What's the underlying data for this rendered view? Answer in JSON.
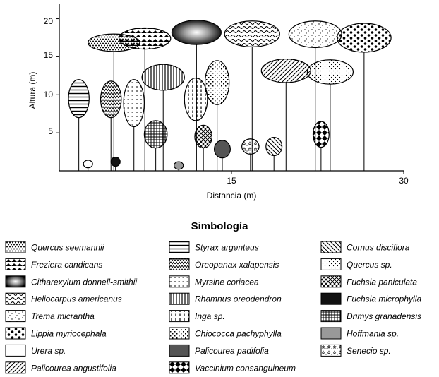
{
  "chart_data": {
    "type": "profile-diagram",
    "xlabel": "Distancia (m)",
    "ylabel": "Altura (m)",
    "xlim": [
      0,
      30
    ],
    "ylim": [
      0,
      22
    ],
    "x_ticks": [
      "15",
      "30"
    ],
    "y_ticks": [
      "5",
      "10",
      "15",
      "20"
    ],
    "trees": [
      {
        "x": 0.8,
        "crown_bottom": 7.0,
        "crown_top": 12.0,
        "width": 1.8,
        "pattern": "styrax"
      },
      {
        "x": 2.1,
        "crown_bottom": 0.4,
        "crown_top": 1.4,
        "width": 0.8,
        "pattern": "urera"
      },
      {
        "x": 2.5,
        "crown_bottom": 15.7,
        "crown_top": 18.0,
        "width": 4.5,
        "pattern": "quercus_seemannii"
      },
      {
        "x": 3.6,
        "crown_bottom": 7.0,
        "crown_top": 11.8,
        "width": 1.8,
        "pattern": "oreopanax"
      },
      {
        "x": 4.5,
        "crown_bottom": 0.6,
        "crown_top": 1.8,
        "width": 0.8,
        "pattern": "fuchsia_microphylla"
      },
      {
        "x": 5.2,
        "crown_bottom": 16.0,
        "crown_top": 18.8,
        "width": 4.5,
        "pattern": "freziera"
      },
      {
        "x": 5.6,
        "crown_bottom": 5.8,
        "crown_top": 12.0,
        "width": 1.8,
        "pattern": "myrsine"
      },
      {
        "x": 7.2,
        "crown_bottom": 10.6,
        "crown_top": 14.0,
        "width": 3.7,
        "pattern": "rhamnus"
      },
      {
        "x": 7.4,
        "crown_bottom": 3.0,
        "crown_top": 6.6,
        "width": 2.0,
        "pattern": "drimys"
      },
      {
        "x": 9.8,
        "crown_bottom": 16.6,
        "crown_top": 19.8,
        "width": 4.3,
        "pattern": "citharexylum"
      },
      {
        "x": 10.0,
        "crown_bottom": 0.2,
        "crown_top": 1.2,
        "width": 0.8,
        "pattern": "hoffmania"
      },
      {
        "x": 10.9,
        "crown_bottom": 6.6,
        "crown_top": 12.2,
        "width": 2.0,
        "pattern": "inga"
      },
      {
        "x": 11.8,
        "crown_bottom": 3.0,
        "crown_top": 6.0,
        "width": 1.5,
        "pattern": "fuchsia_paniculata"
      },
      {
        "x": 12.7,
        "crown_bottom": 8.7,
        "crown_top": 14.5,
        "width": 2.1,
        "pattern": "chiococca"
      },
      {
        "x": 13.5,
        "crown_bottom": 1.7,
        "crown_top": 4.0,
        "width": 1.4,
        "pattern": "palicourea_padifolia"
      },
      {
        "x": 14.4,
        "crown_bottom": 16.3,
        "crown_top": 19.7,
        "width": 4.8,
        "pattern": "heliocarpus"
      },
      {
        "x": 15.9,
        "crown_bottom": 2.2,
        "crown_top": 4.2,
        "width": 1.5,
        "pattern": "senecio"
      },
      {
        "x": 17.6,
        "crown_bottom": 11.6,
        "crown_top": 14.7,
        "width": 4.3,
        "pattern": "palicourea_angustifolia"
      },
      {
        "x": 18.0,
        "crown_bottom": 2.0,
        "crown_top": 4.4,
        "width": 1.4,
        "pattern": "cornus"
      },
      {
        "x": 20.0,
        "crown_bottom": 16.2,
        "crown_top": 19.7,
        "width": 4.6,
        "pattern": "trema"
      },
      {
        "x": 21.6,
        "crown_bottom": 11.4,
        "crown_top": 14.6,
        "width": 4.0,
        "pattern": "quercus_sp"
      },
      {
        "x": 22.1,
        "crown_bottom": 3.1,
        "crown_top": 6.5,
        "width": 1.4,
        "pattern": "vaccinium"
      },
      {
        "x": 24.2,
        "crown_bottom": 15.6,
        "crown_top": 19.4,
        "width": 4.7,
        "pattern": "lippia"
      }
    ]
  },
  "legend": {
    "title": "Simbología",
    "items": [
      {
        "label": "Quercus seemannii",
        "pattern": "quercus_seemannii"
      },
      {
        "label": "Freziera candicans",
        "pattern": "freziera"
      },
      {
        "label": "Citharexylum donnell-smithii",
        "pattern": "citharexylum"
      },
      {
        "label": "Heliocarpus americanus",
        "pattern": "heliocarpus"
      },
      {
        "label": "Trema micrantha",
        "pattern": "trema"
      },
      {
        "label": "Lippia myriocephala",
        "pattern": "lippia"
      },
      {
        "label": "Urera sp.",
        "pattern": "urera"
      },
      {
        "label": "Palicourea angustifolia",
        "pattern": "palicourea_angustifolia"
      },
      {
        "label": "Styrax argenteus",
        "pattern": "styrax"
      },
      {
        "label": "Oreopanax xalapensis",
        "pattern": "oreopanax"
      },
      {
        "label": "Myrsine coriacea",
        "pattern": "myrsine"
      },
      {
        "label": "Rhamnus oreodendron",
        "pattern": "rhamnus"
      },
      {
        "label": "Inga sp.",
        "pattern": "inga"
      },
      {
        "label": "Chiococca pachyphylla",
        "pattern": "chiococca"
      },
      {
        "label": "Palicourea padifolia",
        "pattern": "palicourea_padifolia"
      },
      {
        "label": "Vaccinium consanguineum",
        "pattern": "vaccinium"
      },
      {
        "label": "Cornus disciflora",
        "pattern": "cornus"
      },
      {
        "label": "Quercus sp.",
        "pattern": "quercus_sp"
      },
      {
        "label": "Fuchsia paniculata",
        "pattern": "fuchsia_paniculata"
      },
      {
        "label": "Fuchsia microphylla",
        "pattern": "fuchsia_microphylla"
      },
      {
        "label": "Drimys granadensis",
        "pattern": "drimys"
      },
      {
        "label": "Hoffmania sp.",
        "pattern": "hoffmania"
      },
      {
        "label": "Senecio sp.",
        "pattern": "senecio"
      }
    ]
  }
}
